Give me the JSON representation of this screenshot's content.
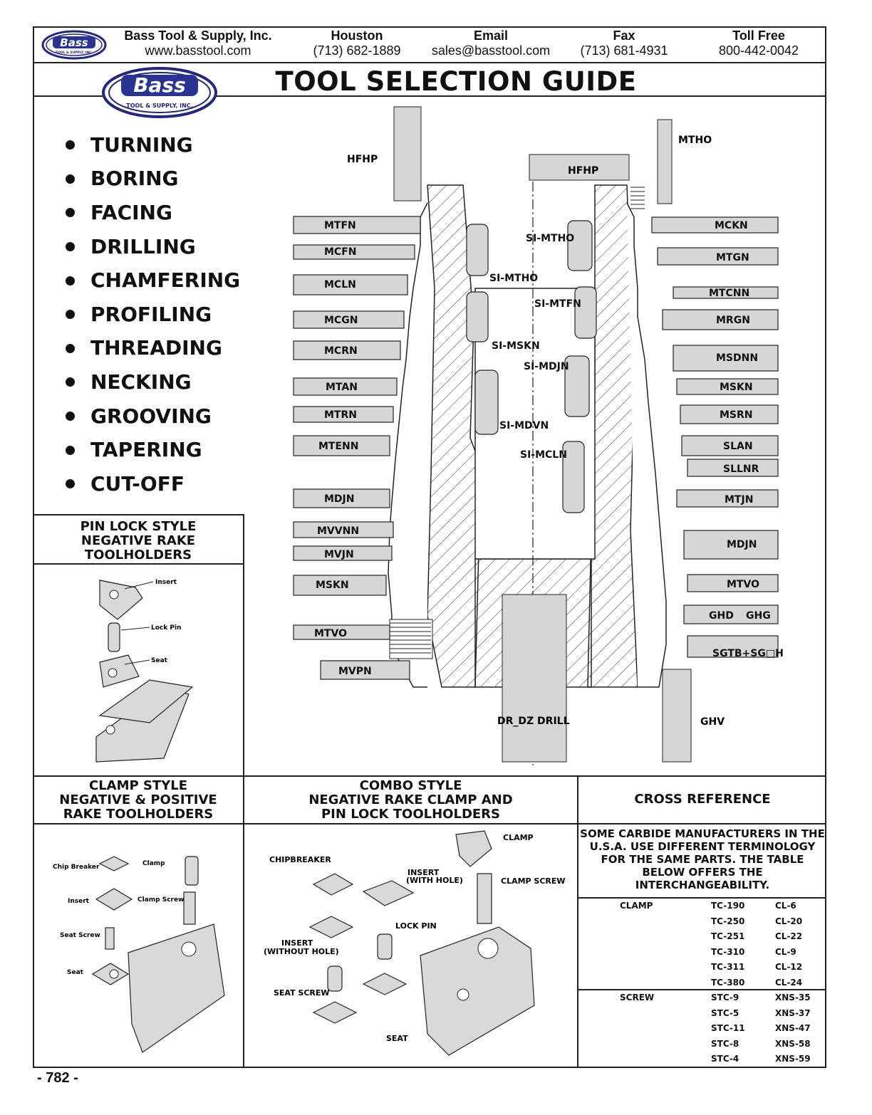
{
  "header": {
    "company": "Bass Tool & Supply, Inc.",
    "website": "www.basstool.com",
    "city_label": "Houston",
    "phone": "(713) 682-1889",
    "email_label": "Email",
    "email": "sales@basstool.com",
    "fax_label": "Fax",
    "fax": "(713) 681-4931",
    "tollfree_label": "Toll Free",
    "tollfree": "800-442-0042"
  },
  "logo": {
    "text": "Bass",
    "subtext": "TOOL & SUPPLY, INC."
  },
  "title": "TOOL SELECTION GUIDE",
  "operations": [
    "TURNING",
    "BORING",
    "FACING",
    "DRILLING",
    "CHAMFERING",
    "PROFILING",
    "THREADING",
    "NECKING",
    "GROOVING",
    "TAPERING",
    "CUT-OFF"
  ],
  "tool_labels_left": [
    "MTFN",
    "MCFN",
    "MCLN",
    "MCGN",
    "MCRN",
    "MTAN",
    "MTRN",
    "MTENN",
    "MDJN",
    "MVVNN",
    "MVJN",
    "MSKN",
    "MTVO",
    "MVPN"
  ],
  "tool_labels_right": [
    "MCKN",
    "MTGN",
    "MTCNN",
    "MRGN",
    "MSDNN",
    "MSKN",
    "MSRN",
    "SLAN",
    "SLLNR",
    "MTJN",
    "MDJN",
    "MTVO",
    "GHD",
    "GHG",
    "SGTB+SG□H"
  ],
  "boring_labels": [
    "SI-MTHO",
    "SI-MTHO",
    "SI-MTFN",
    "SI-MSKN",
    "SI-MDJN",
    "SI-MDVN",
    "SI-MCLN"
  ],
  "other_labels": {
    "hfhp_left": "HFHP",
    "hfhp_center": "HFHP",
    "mtho": "MTHO",
    "drill": "DR_DZ DRILL",
    "ghv": "GHV"
  },
  "pin_lock": {
    "title": [
      "PIN LOCK STYLE",
      "NEGATIVE RAKE",
      "TOOLHOLDERS"
    ],
    "parts": [
      "Insert",
      "Lock Pin",
      "Seat"
    ]
  },
  "clamp_style": {
    "title": [
      "CLAMP STYLE",
      "NEGATIVE & POSITIVE",
      "RAKE TOOLHOLDERS"
    ],
    "parts": [
      "Chip Breaker",
      "Clamp",
      "Insert",
      "Clamp Screw",
      "Seat Screw",
      "Seat"
    ]
  },
  "combo_style": {
    "title": [
      "COMBO STYLE",
      "NEGATIVE RAKE CLAMP AND",
      "PIN LOCK TOOLHOLDERS"
    ],
    "parts": [
      "CLAMP",
      "CHIPBREAKER",
      "INSERT",
      "(WITH HOLE)",
      "CLAMP SCREW",
      "LOCK PIN",
      "INSERT",
      "(WITHOUT HOLE)",
      "SEAT SCREW",
      "SEAT"
    ]
  },
  "cross_reference": {
    "title": "CROSS REFERENCE",
    "note": "SOME CARBIDE MANUFACTURERS IN THE U.S.A. USE DIFFERENT TERMINOLOGY FOR THE SAME PARTS. THE TABLE BELOW OFFERS THE INTERCHANGEABILITY.",
    "groups": [
      {
        "name": "CLAMP",
        "rows": [
          [
            "TC-190",
            "CL-6"
          ],
          [
            "TC-250",
            "CL-20"
          ],
          [
            "TC-251",
            "CL-22"
          ],
          [
            "TC-310",
            "CL-9"
          ],
          [
            "TC-311",
            "CL-12"
          ],
          [
            "TC-380",
            "CL-24"
          ]
        ]
      },
      {
        "name": "SCREW",
        "rows": [
          [
            "STC-9",
            "XNS-35"
          ],
          [
            "STC-5",
            "XNS-37"
          ],
          [
            "STC-11",
            "XNS-47"
          ],
          [
            "STC-8",
            "XNS-58"
          ],
          [
            "STC-4",
            "XNS-59"
          ]
        ]
      }
    ]
  },
  "page_number": "- 782 -"
}
